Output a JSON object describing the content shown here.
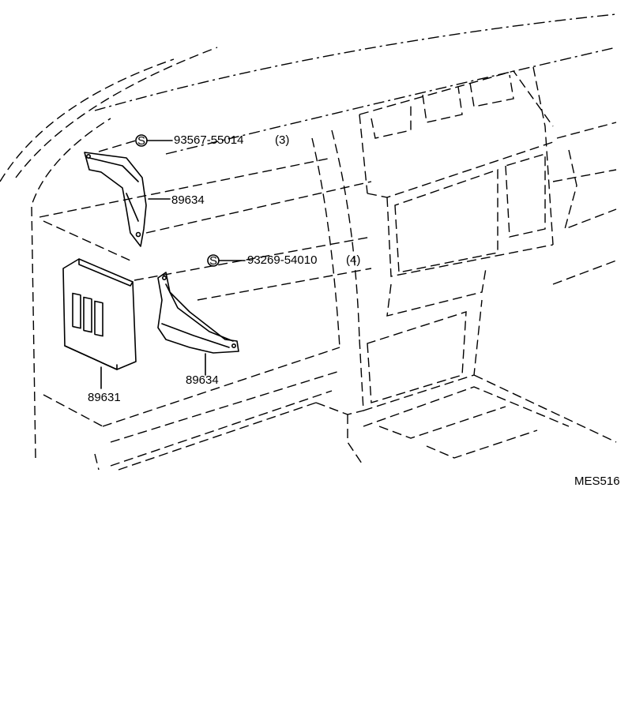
{
  "callouts": [
    {
      "id": "screw-upper",
      "symbol": "S",
      "part": "93567-55014",
      "qty": "(3)"
    },
    {
      "id": "screw-lower",
      "symbol": "S",
      "part": "93269-54010",
      "qty": "(4)"
    }
  ],
  "labels": {
    "bracket_upper": "89634",
    "bracket_lower": "89634",
    "ecu": "89631"
  },
  "figure_code": "MES516"
}
